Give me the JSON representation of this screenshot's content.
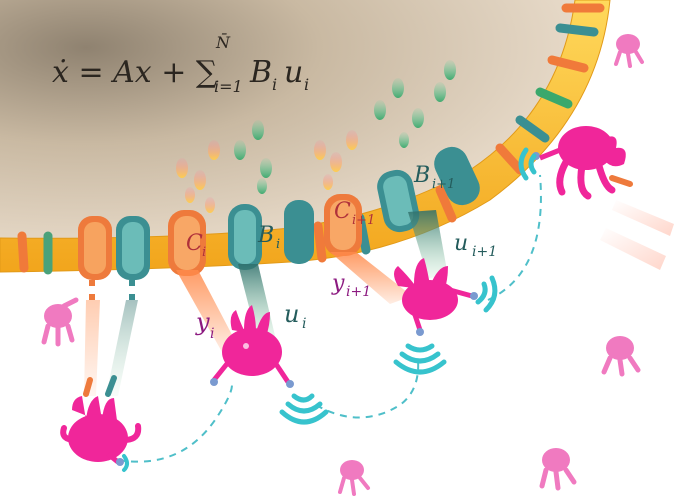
{
  "equation": {
    "lhs": "ẋ = Ax + ∑",
    "sum_upper": "N̄",
    "sum_lower": "i=1",
    "rhs": "B",
    "rhs_sub": "i",
    "u": "u",
    "u_sub": "i"
  },
  "labels": {
    "c_i": "C",
    "c_i_sub": "i",
    "b_i": "B",
    "b_i_sub": "i",
    "y_i": "y",
    "y_i_sub": "i",
    "u_i": "u",
    "u_i_sub": "i",
    "c_ip1": "C",
    "c_ip1_sub": "i+1",
    "b_ip1": "B",
    "b_ip1_sub": "i+1",
    "y_ip1": "y",
    "y_ip1_sub": "i+1",
    "u_ip1": "u",
    "u_ip1_sub": "i+1"
  },
  "colors": {
    "cell_interior": "#cdbfa8",
    "membrane": "#f5b82a",
    "receptor_teal": "#3b8f92",
    "receptor_orange": "#ee7a3c",
    "agent_magenta": "#f0269a",
    "signal_cyan": "#37c3cd",
    "label_red": "#b0313a",
    "label_teal": "#245c5c",
    "label_purple": "#8c1a80",
    "dashed_link": "#4fbfc9"
  }
}
